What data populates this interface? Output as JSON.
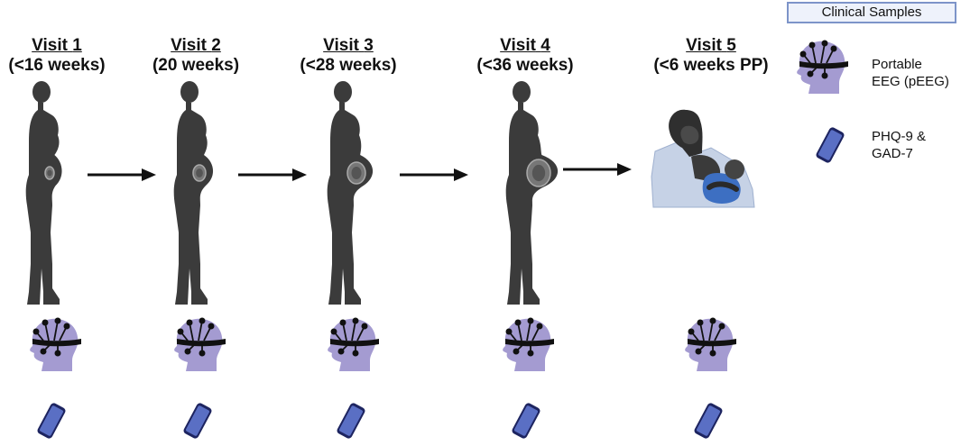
{
  "visits": [
    {
      "title_prefix": "Visit",
      "title_number": "1",
      "timing": "(<16 weeks)",
      "stage": "early-pregnancy"
    },
    {
      "title_prefix": "Visit",
      "title_number": "2",
      "timing": "(20 weeks)",
      "stage": "mid-pregnancy"
    },
    {
      "title_prefix": "Visit",
      "title_number": "3",
      "timing": "(<28 weeks)",
      "stage": "late-pregnancy"
    },
    {
      "title_prefix": "Visit",
      "title_number": "4",
      "timing": "(<36 weeks)",
      "stage": "term-pregnancy"
    },
    {
      "title_prefix": "Visit",
      "title_number": "5",
      "timing": "(<6 weeks PP)",
      "stage": "postpartum"
    }
  ],
  "legend": {
    "title": "Clinical Samples",
    "items": [
      {
        "icon": "eeg-head-icon",
        "line1": "Portable",
        "line2": "EEG (pEEG)"
      },
      {
        "icon": "phone-icon",
        "line1": "PHQ-9 &",
        "line2": "GAD-7"
      }
    ]
  },
  "colors": {
    "silhouette": "#3b3b3b",
    "head": "#a49bd1",
    "eeg": "#111111",
    "phone_fill": "#5a6fc4",
    "phone_border": "#1d2460",
    "blanket": "#c6d2e6",
    "baby_clothes": "#3d6fc2",
    "legend_border": "#7d94c9",
    "legend_bg": "#eef2fb"
  }
}
